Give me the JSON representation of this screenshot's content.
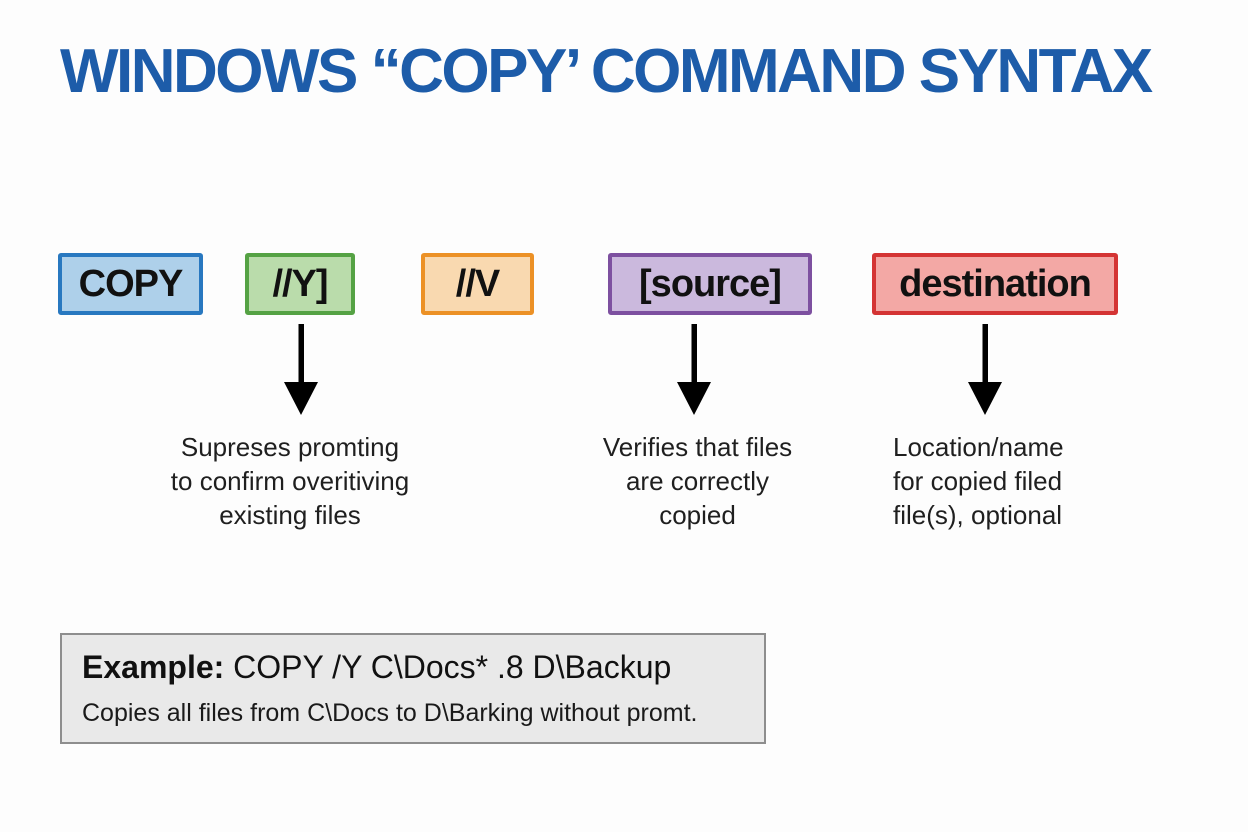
{
  "title": {
    "text": "WINDOWS “COPY’ COMMAND SYNTAX",
    "color": "#1d5ca9"
  },
  "syntax_boxes": [
    {
      "label": "COPY",
      "border": "#2878c0",
      "fill": "#aed0ea"
    },
    {
      "label": "//Y]",
      "border": "#55a244",
      "fill": "#badcab"
    },
    {
      "label": "//V",
      "border": "#ec9126",
      "fill": "#f9d9b0"
    },
    {
      "label": "[source]",
      "border": "#7d50a0",
      "fill": "#cbb9dd"
    },
    {
      "label": "destination",
      "border": "#d43434",
      "fill": "#f3a8a5"
    }
  ],
  "annotations": [
    {
      "lines": [
        "Supreses promting",
        "to confirm overitiving",
        "existing files"
      ]
    },
    {
      "lines": [
        "Verifies that files",
        "are correctly",
        "copied"
      ]
    },
    {
      "lines": [
        "Location/name",
        "for copied filed",
        "file(s), optional"
      ]
    }
  ],
  "example": {
    "label": "Example:",
    "command": "COPY /Y C\\Docs* .8 D\\Backup",
    "note": "Copies all files from C\\Docs to D\\Barking without promt."
  },
  "arrow_color": "#000000"
}
